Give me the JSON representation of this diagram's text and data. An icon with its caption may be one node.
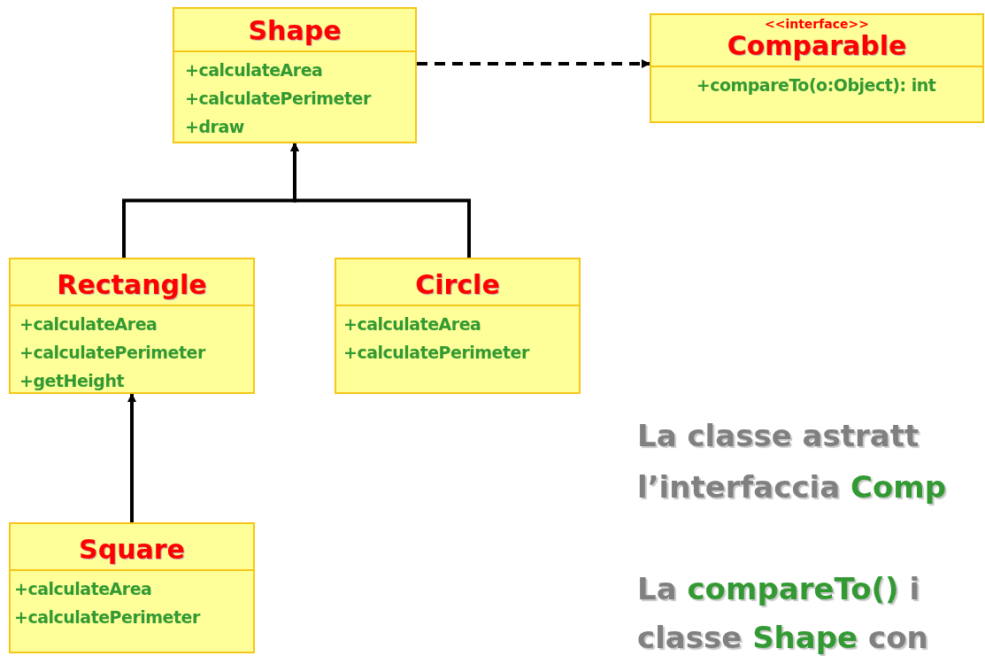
{
  "diagram": {
    "nodes": [
      {
        "text": [
          "Shape",
          "+calculateArea",
          "+calculatePerimeter",
          "+draw"
        ]
      },
      {
        "text": [
          "<<interface>>",
          "Comparable",
          "+compareTo(o:Object): int"
        ]
      },
      {
        "text": [
          "Rectangle",
          "+calculateArea",
          "+calculatePerimeter",
          "+getHeight"
        ]
      },
      {
        "text": [
          "Circle",
          "+calculateArea",
          "+calculatePerimeter"
        ]
      },
      {
        "text": [
          "Square",
          "+calculateArea",
          "+calculatePerimeter"
        ]
      }
    ],
    "edges": [
      {
        "from": 0,
        "to": 1,
        "arrow": "to",
        "style": "dashed"
      },
      {
        "from": 2,
        "to": 0,
        "arrow": "to"
      },
      {
        "from": 3,
        "to": 0,
        "arrow": "to"
      },
      {
        "from": 4,
        "to": 2,
        "arrow": "to"
      }
    ],
    "labels": [
      "La classe astratt",
      "l’interfaccia **Comp**",
      "La **compareTo()** i",
      "classe **Shape** con"
    ]
  }
}
